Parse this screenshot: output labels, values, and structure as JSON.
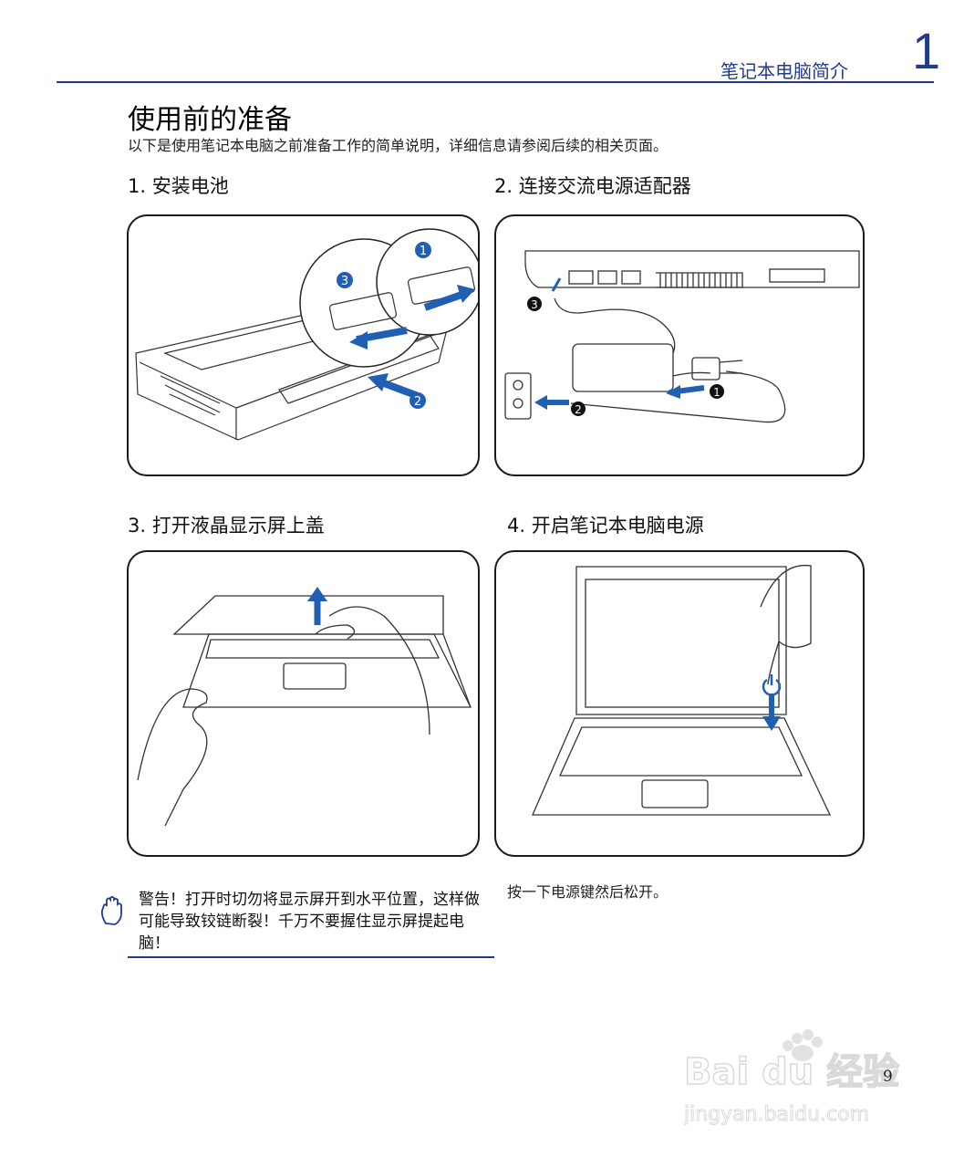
{
  "header": {
    "section_title": "笔记本电脑简介",
    "chapter_number": "1"
  },
  "page_title": "使用前的准备",
  "intro": "以下是使用笔记本电脑之前准备工作的简单说明，详细信息请参阅后续的相关页面。",
  "steps": [
    {
      "title": "1. 安装电池",
      "callouts": [
        "1",
        "2",
        "3"
      ]
    },
    {
      "title": "2. 连接交流电源适配器",
      "callouts": [
        "1",
        "2",
        "3"
      ]
    },
    {
      "title": "3. 打开液晶显示屏上盖"
    },
    {
      "title": "4. 开启笔记本电脑电源"
    }
  ],
  "warning": {
    "icon": "raised-hand-icon",
    "text": "警告！打开时切勿将显示屏开到水平位置，这样做可能导致铰链断裂！千万不要握住显示屏提起电脑！"
  },
  "power_note": "按一下电源键然后松开。",
  "page_number": "9",
  "watermark": {
    "brand": "Bai du 经验",
    "url": "jingyan.baidu.com"
  },
  "colors": {
    "accent_blue": "#233a8c",
    "arrow_blue": "#1f5fb4"
  }
}
